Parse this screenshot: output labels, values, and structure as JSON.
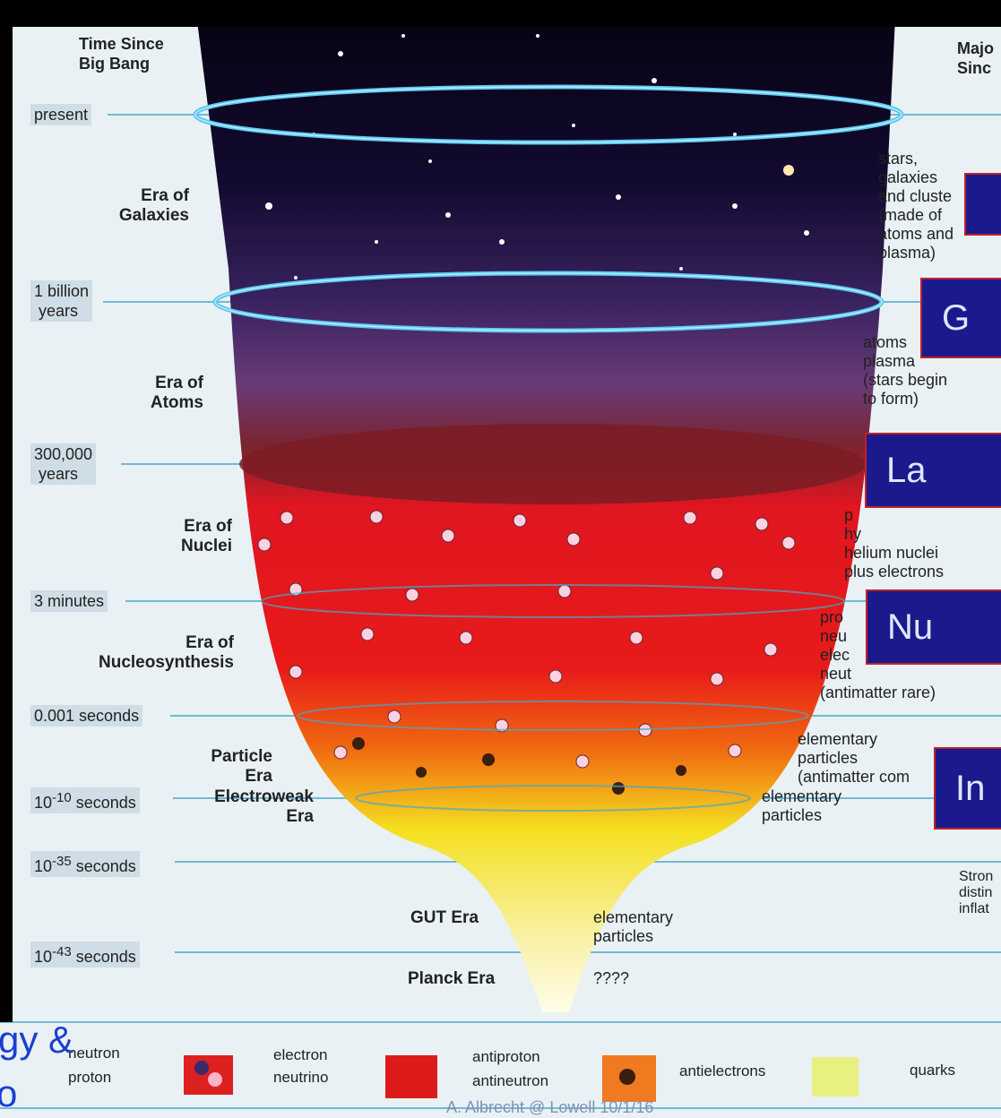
{
  "header": {
    "time_col": "Time Since\nBig Bang",
    "right_col": "Majo\nSinc"
  },
  "time_labels": [
    {
      "id": "present",
      "text": "present"
    },
    {
      "id": "billion",
      "text": "1 billion\n years"
    },
    {
      "id": "k300",
      "text": "300,000\n years"
    },
    {
      "id": "min3",
      "text": "3 minutes"
    },
    {
      "id": "s001",
      "text": "0.001 seconds"
    },
    {
      "id": "s10",
      "base": "10",
      "exp": "-10",
      "unit": " seconds"
    },
    {
      "id": "s35",
      "base": "10",
      "exp": "-35",
      "unit": " seconds"
    },
    {
      "id": "s43",
      "base": "10",
      "exp": "-43",
      "unit": " seconds"
    }
  ],
  "eras": [
    {
      "id": "galaxies",
      "text": "Era of\nGalaxies"
    },
    {
      "id": "atoms",
      "text": "Era of\nAtoms"
    },
    {
      "id": "nuclei",
      "text": "Era of\nNuclei"
    },
    {
      "id": "nucleosynthesis",
      "text": "Era of\nNucleosynthesis"
    },
    {
      "id": "particle",
      "text": "Particle\nEra"
    },
    {
      "id": "electroweak",
      "text": "Electroweak\nEra"
    },
    {
      "id": "gut",
      "text": "GUT Era"
    },
    {
      "id": "planck",
      "text": "Planck Era"
    }
  ],
  "descriptions": [
    {
      "id": "d1",
      "text": "stars,\ngalaxies\nand cluste\n(made of\natoms and\nplasma)"
    },
    {
      "id": "d2",
      "text": "atoms\nplasma\n(stars begin\nto form)"
    },
    {
      "id": "d3",
      "text": "p\nhy\nhelium nuclei\nplus electrons"
    },
    {
      "id": "d4",
      "text": "pro\nneu\nelec\nneut\n(antimatter rare)"
    },
    {
      "id": "d5",
      "text": "elementary\nparticles\n(antimatter com"
    },
    {
      "id": "d6",
      "text": "elementary\nparticles"
    },
    {
      "id": "d7",
      "text": "Stron\ndistin\ninflat"
    },
    {
      "id": "d8",
      "text": "elementary\nparticles"
    },
    {
      "id": "d9",
      "text": "????"
    }
  ],
  "overlay_boxes": [
    {
      "id": "b1",
      "text": ""
    },
    {
      "id": "b2",
      "text": "G"
    },
    {
      "id": "b3",
      "text": "La"
    },
    {
      "id": "b4",
      "text": "Nu"
    },
    {
      "id": "b5",
      "text": "In"
    }
  ],
  "legend": {
    "neutron": "neutron",
    "proton": "proton",
    "electron": "electron",
    "neutrino": "neutrino",
    "antiproton": "antiproton",
    "antineutron": "antineutron",
    "antielectrons": "antielectrons",
    "quarks": "quarks"
  },
  "slide_text": {
    "left_fragment_1": "gy &",
    "left_fragment_2": "o",
    "footer": "A. Albrecht @ Lowell  10/1/16"
  },
  "colors": {
    "box_fill": "#1a1a8c",
    "box_border": "#c0202a",
    "guide_line": "#4aa7c8",
    "slide_text": "#1a3fd0"
  }
}
